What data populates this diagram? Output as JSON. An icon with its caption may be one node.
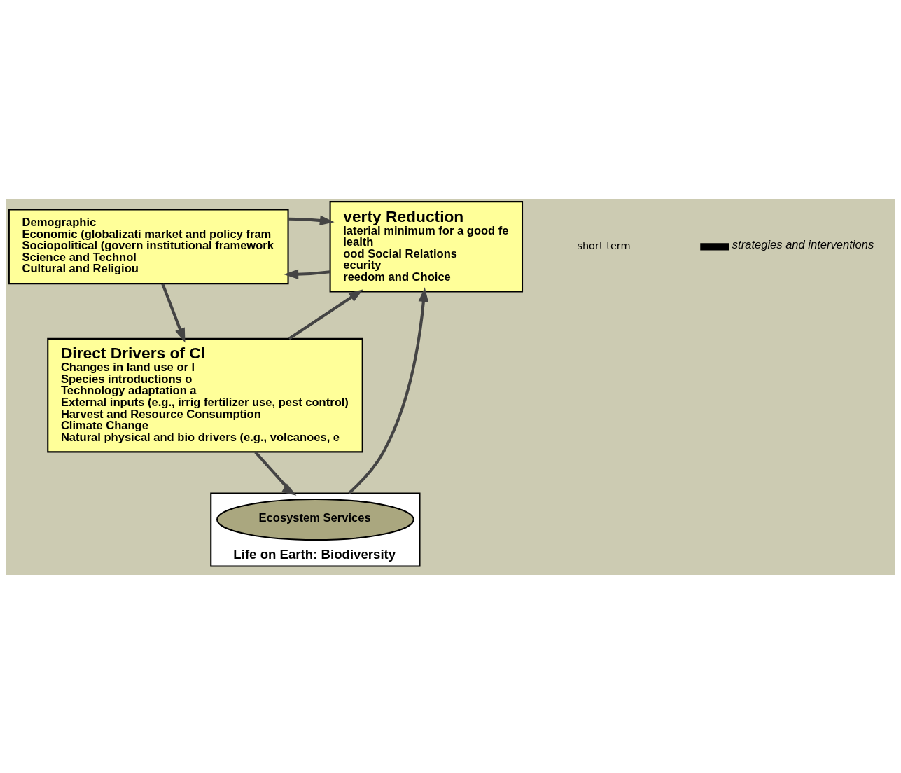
{
  "diagram": {
    "nodes": [
      {
        "text": [
          "verty Reduction",
          "laterial minimum for a good fe",
          "lealth",
          "ood Social Relations",
          "ecurity",
          "reedom and Choice"
        ]
      },
      {
        "text": [
          "Demographic",
          "Economic (globalizati market and policy fram",
          "Sociopolitical (govern institutional framework",
          "Science and Technol",
          "Cultural and Religiou"
        ]
      },
      {
        "text": [
          "Direct Drivers of Cl",
          "Changes in land use or l",
          "Species introductions o",
          "Technology adaptation a",
          "External inputs (e.g., irrig fertilizer use, pest control)",
          "Harvest and Resource Consumption",
          "Climate Change",
          "Natural physical and bio drivers (e.g., volcanoes, e"
        ]
      },
      {
        "text": [
          "Life on Earth: Biodiversity"
        ]
      },
      {
        "text": [
          "Ecosystem Services"
        ],
        "in": 3
      }
    ],
    "edges": [
      {
        "from": 3,
        "to": 0,
        "arrow": "to"
      },
      {
        "from": 0,
        "to": 1,
        "arrow": "to"
      },
      {
        "from": 1,
        "to": 0,
        "arrow": "to"
      },
      {
        "from": 2,
        "to": 0,
        "arrow": "to"
      },
      {
        "from": 1,
        "to": 2,
        "arrow": "to"
      },
      {
        "from": 2,
        "to": 3,
        "arrow": "to"
      }
    ],
    "labels": [
      "short term"
    ],
    "legend": [
      {
        "text": "strategies and interventions"
      }
    ]
  }
}
